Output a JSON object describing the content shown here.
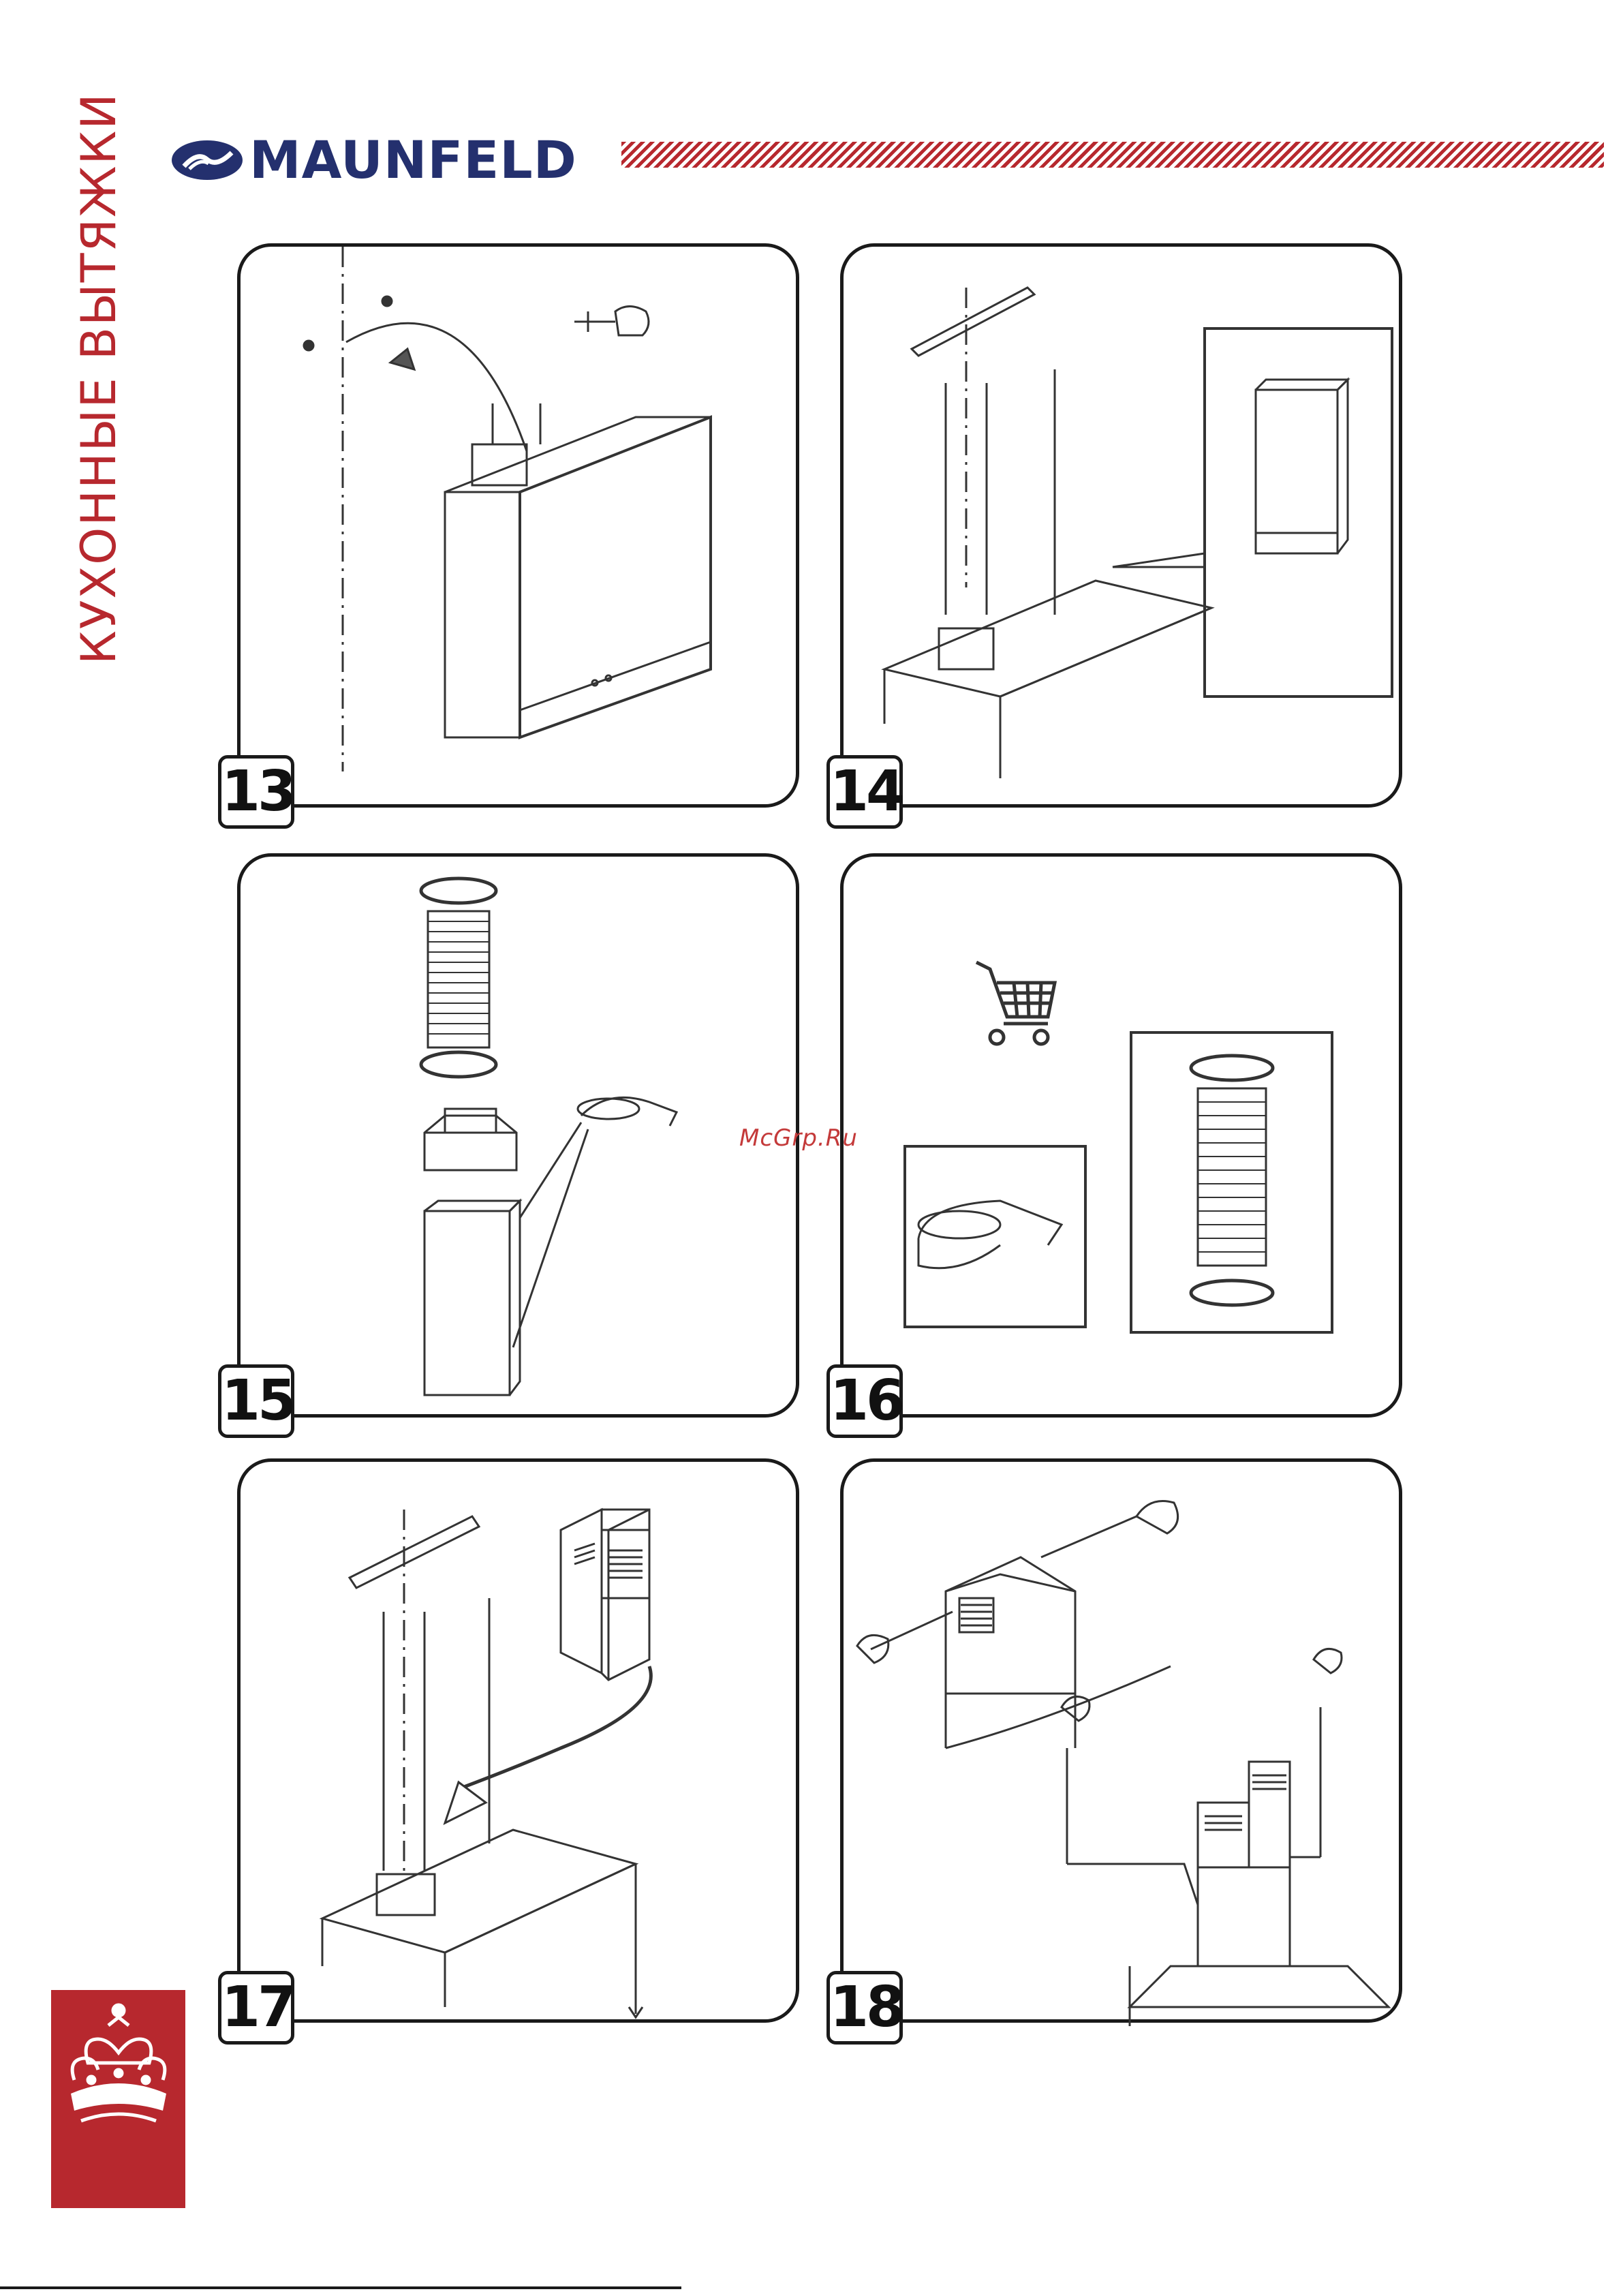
{
  "header": {
    "brand": "MAUNFELD",
    "side_title": "КУХОННЫЕ ВЫТЯЖКИ",
    "brand_color": "#24306e",
    "accent_color": "#b7282e"
  },
  "watermark": "McGrp.Ru",
  "steps": [
    {
      "number": "13"
    },
    {
      "number": "14"
    },
    {
      "number": "15"
    },
    {
      "number": "16"
    },
    {
      "number": "17"
    },
    {
      "number": "18"
    }
  ],
  "icons": {
    "logo": "maunfeld-logo-icon",
    "crest": "crown-crest-icon",
    "cart": "shopping-cart-icon"
  }
}
